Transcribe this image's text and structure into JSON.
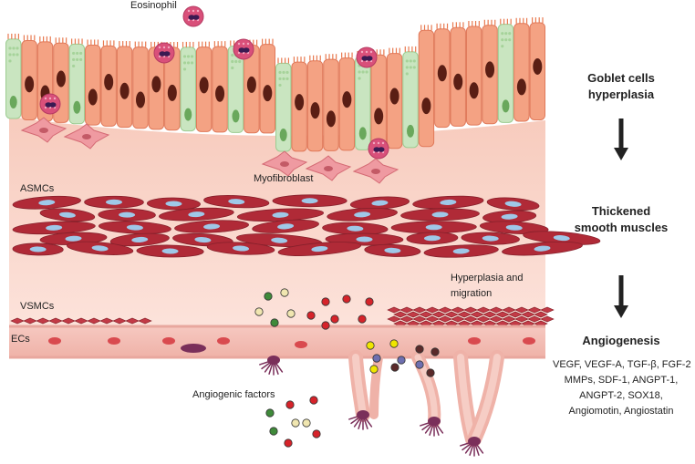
{
  "labels": {
    "eosinophil": "Eosinophil",
    "myofibroblast": "Myofibroblast",
    "asmcs": "ASMCs",
    "vsmcs": "VSMCs",
    "ecs": "ECs",
    "hyperplasia_line1": "Hyperplasia and",
    "hyperplasia_line2": "migration",
    "angiogenic_factors": "Angiogenic factors"
  },
  "stages": {
    "goblet_line1": "Goblet cells",
    "goblet_line2": "hyperplasia",
    "smooth_line1": "Thickened",
    "smooth_line2": "smooth muscles",
    "angiogenesis": "Angiogenesis"
  },
  "factors": [
    "VEGF, VEGF-A, TGF-β, FGF-2",
    "MMPs, SDF-1, ANGPT-1,",
    "ANGPT-2, SOX18,",
    "Angiomotin, Angiostatin"
  ],
  "colors": {
    "goblet": "#c9e5c0",
    "epithelial": "#f4a283",
    "nucleus": "#5a1e14",
    "eosinophil": "#d9507a",
    "muscle": "#b02a37",
    "muscle_nucleus": "#9fc8e8",
    "tissue": "#fbd9cf",
    "vessel": "#f1b9b0",
    "pericyte": "#7a2f5a"
  }
}
